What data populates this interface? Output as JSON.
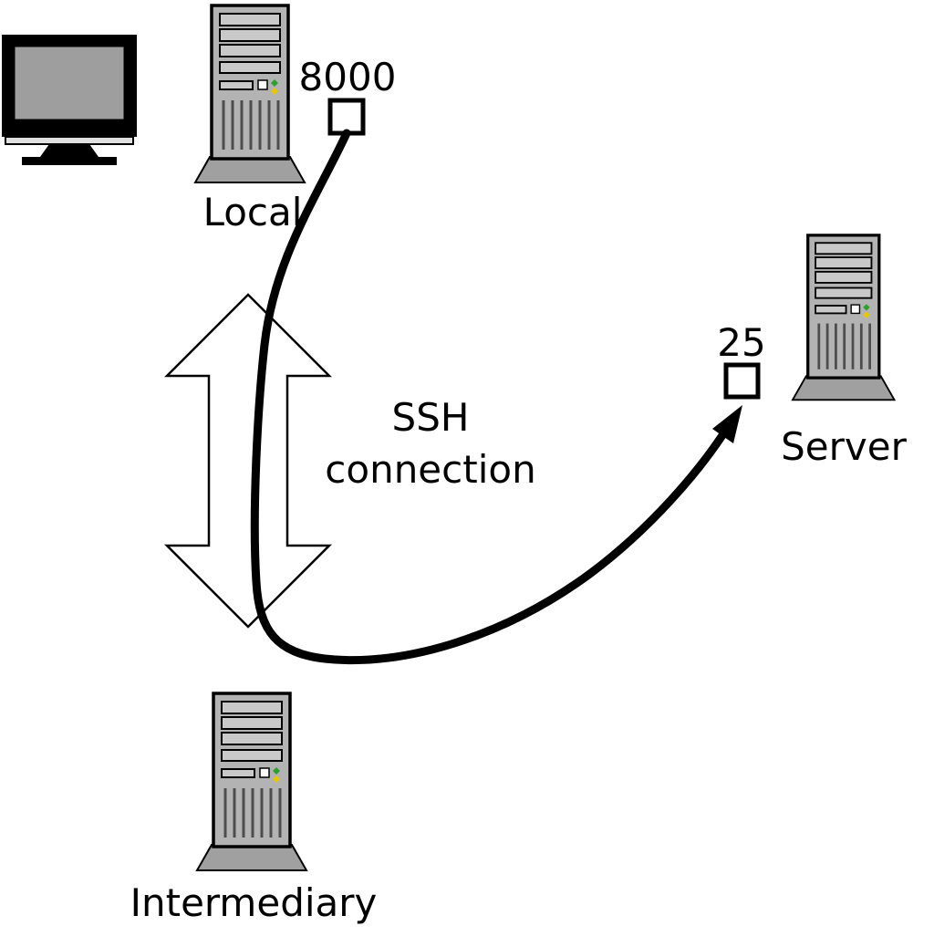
{
  "diagram": {
    "nodes": {
      "local": {
        "label": "Local",
        "port": "8000"
      },
      "server": {
        "label": "Server",
        "port": "25"
      },
      "intermediary": {
        "label": "Intermediary"
      }
    },
    "ssh": {
      "line1": "SSH",
      "line2": "connection"
    }
  },
  "icons": {
    "monitor": "crt-monitor-icon",
    "local": "computer-tower-icon",
    "server": "computer-tower-icon",
    "intermediary": "computer-tower-icon",
    "ssh_arrow": "double-headed-arrow",
    "tunnel": "curved-cable-arrow"
  },
  "colors": {
    "outline": "#000000",
    "tower_body": "#b3b3b3",
    "tower_bay": "#c9c9c9",
    "tower_base": "#a0a0a0",
    "vent": "#4d4d4d",
    "screen": "#9e9e9e",
    "monitor_chin": "#e0e0e0",
    "led_green": "#2ca02c",
    "led_yellow": "#e6c800",
    "arrow_fill": "#ffffff",
    "cable": "#000000"
  }
}
